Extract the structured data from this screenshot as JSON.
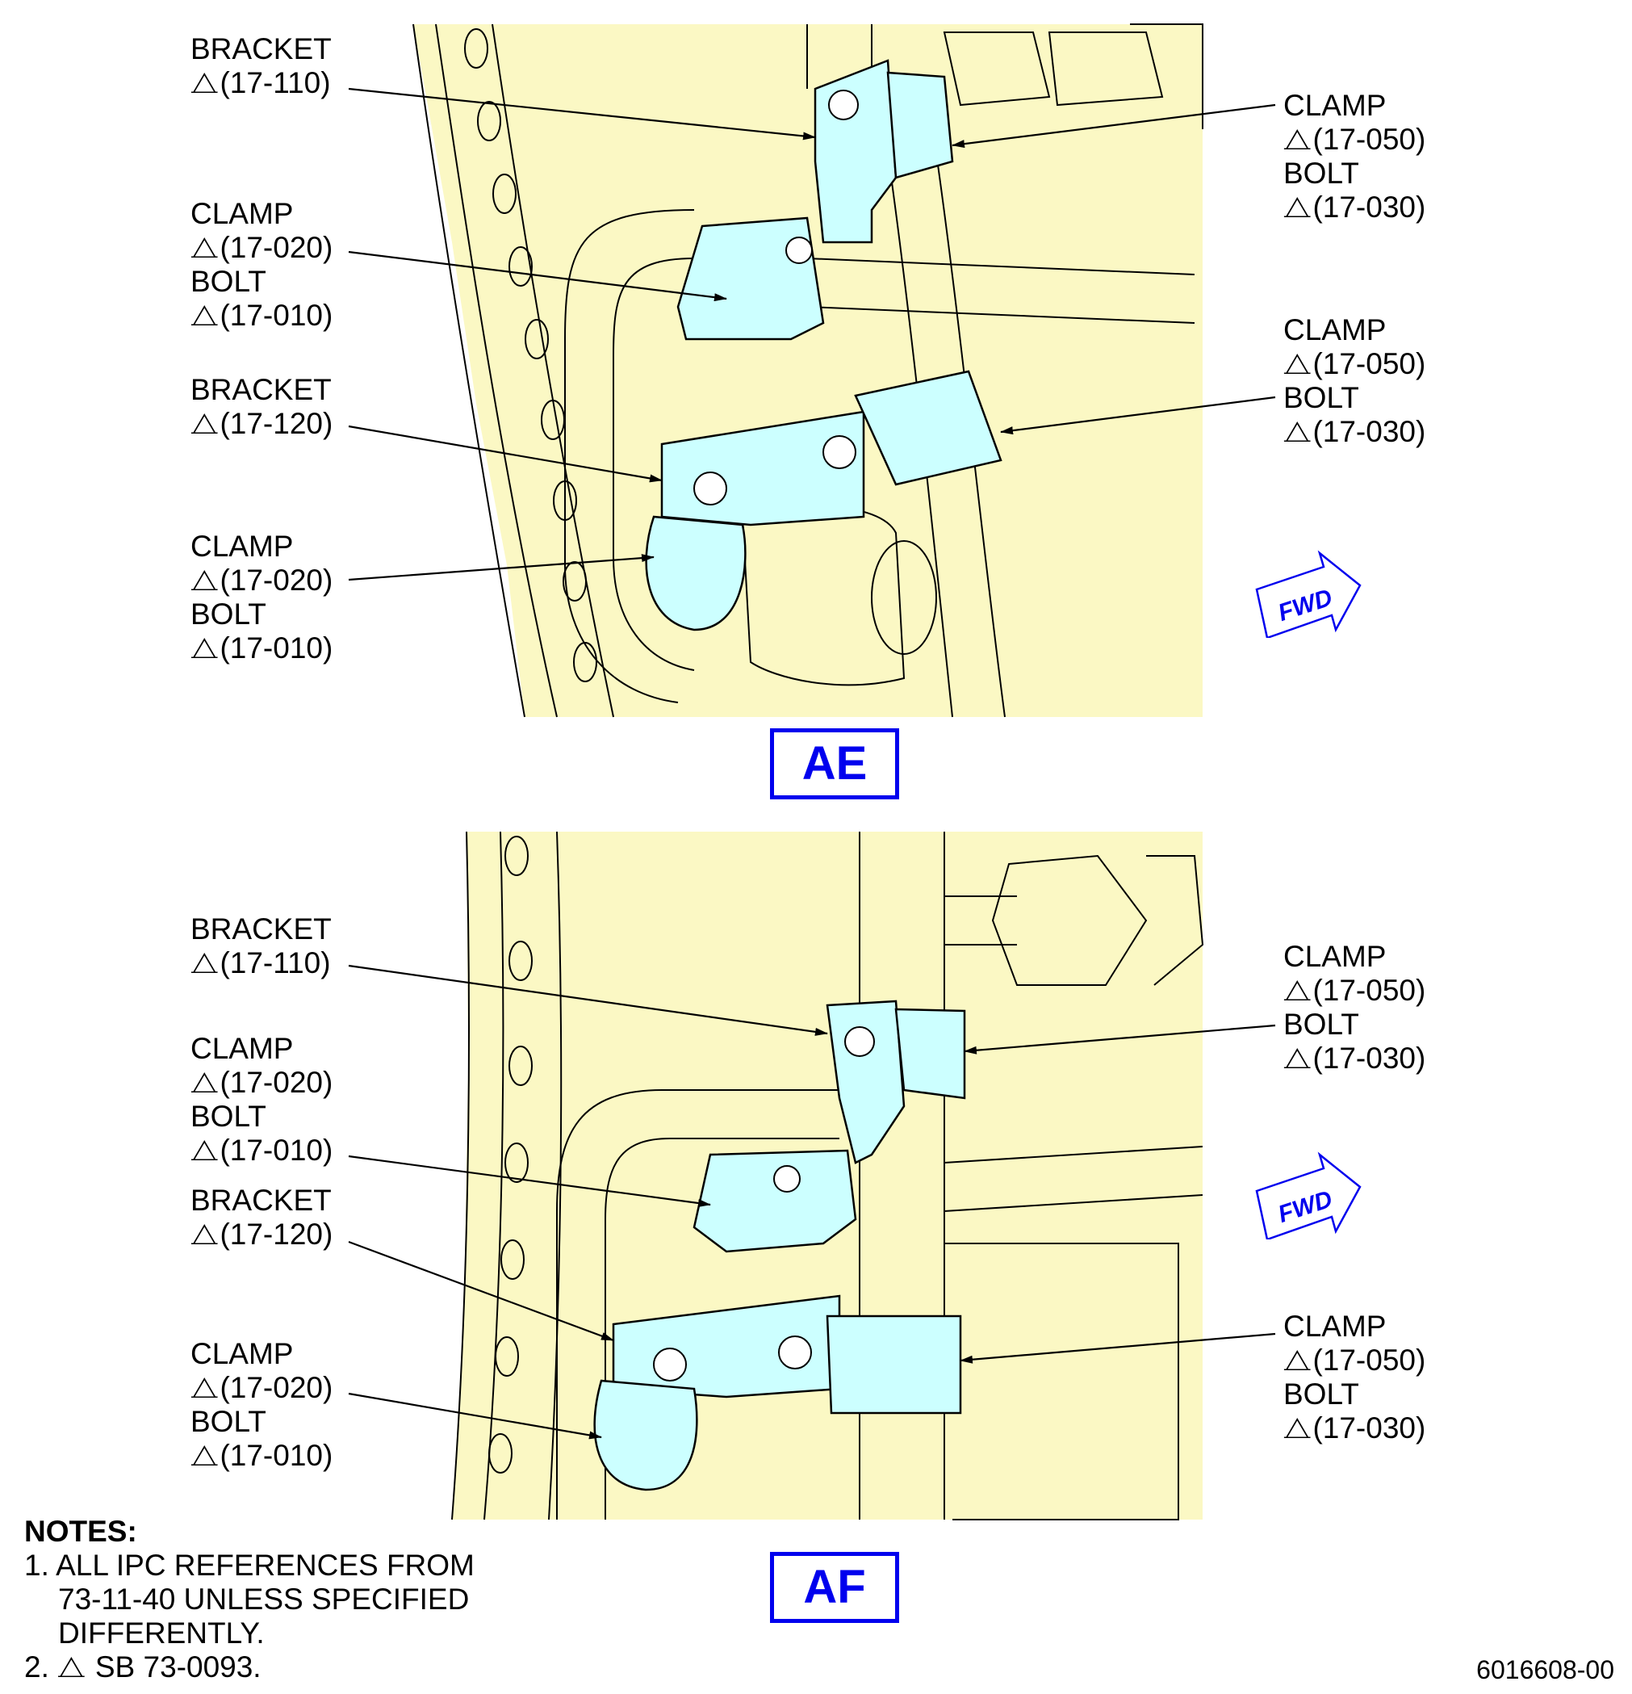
{
  "views": [
    {
      "label": "AE",
      "left_callouts": [
        {
          "lines": [
            "BRACKET",
            "(17-110)"
          ]
        },
        {
          "lines": [
            "CLAMP",
            "(17-020)",
            "BOLT",
            "(17-010)"
          ]
        },
        {
          "lines": [
            "BRACKET",
            "(17-120)"
          ]
        },
        {
          "lines": [
            "CLAMP",
            "(17-020)",
            "BOLT",
            "(17-010)"
          ]
        }
      ],
      "right_callouts": [
        {
          "lines": [
            "CLAMP",
            "(17-050)",
            "BOLT",
            "(17-030)"
          ]
        },
        {
          "lines": [
            "CLAMP",
            "(17-050)",
            "BOLT",
            "(17-030)"
          ]
        }
      ]
    },
    {
      "label": "AF",
      "left_callouts": [
        {
          "lines": [
            "BRACKET",
            "(17-110)"
          ]
        },
        {
          "lines": [
            "CLAMP",
            "(17-020)",
            "BOLT",
            "(17-010)"
          ]
        },
        {
          "lines": [
            "BRACKET",
            "(17-120)"
          ]
        },
        {
          "lines": [
            "CLAMP",
            "(17-020)",
            "BOLT",
            "(17-010)"
          ]
        }
      ],
      "right_callouts": [
        {
          "lines": [
            "CLAMP",
            "(17-050)",
            "BOLT",
            "(17-030)"
          ]
        },
        {
          "lines": [
            "CLAMP",
            "(17-050)",
            "BOLT",
            "(17-030)"
          ]
        }
      ]
    }
  ],
  "fwd_label": "FWD",
  "notes": {
    "heading": "NOTES:",
    "items": [
      [
        "1. ALL IPC REFERENCES FROM",
        "73-11-40 UNLESS SPECIFIED",
        "DIFFERENTLY."
      ],
      [
        "2.",
        "SB 73-0093."
      ]
    ]
  },
  "document_number": "6016608-00",
  "colors": {
    "illustration_background": "#fbf8c4",
    "part_highlight": "#ccffff",
    "view_label": "#0000ee",
    "line": "#000000"
  }
}
